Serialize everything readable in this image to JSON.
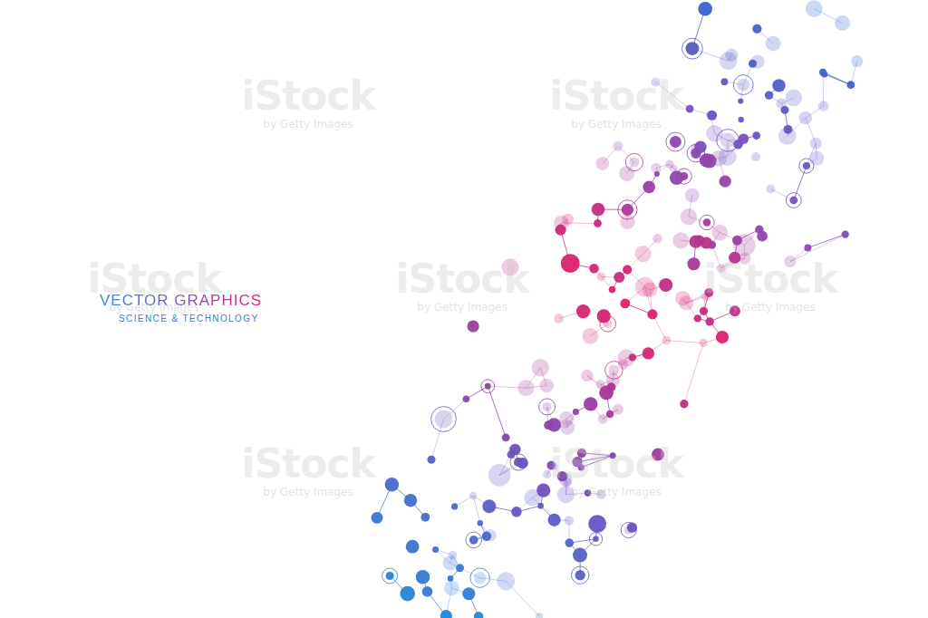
{
  "diagram": {
    "title": "VECTOR GRAPHICS",
    "labels": [
      "SCIENCE & TECHNOLOGY",
      "iStock",
      "by Getty Images",
      "iStock",
      "by Getty Images",
      "iStock",
      "by Getty Images",
      "iStock",
      "by Getty Images",
      "iStock",
      "by Getty Images",
      "iStock",
      "by Getty Images",
      "iStock",
      "by Getty Images"
    ]
  }
}
